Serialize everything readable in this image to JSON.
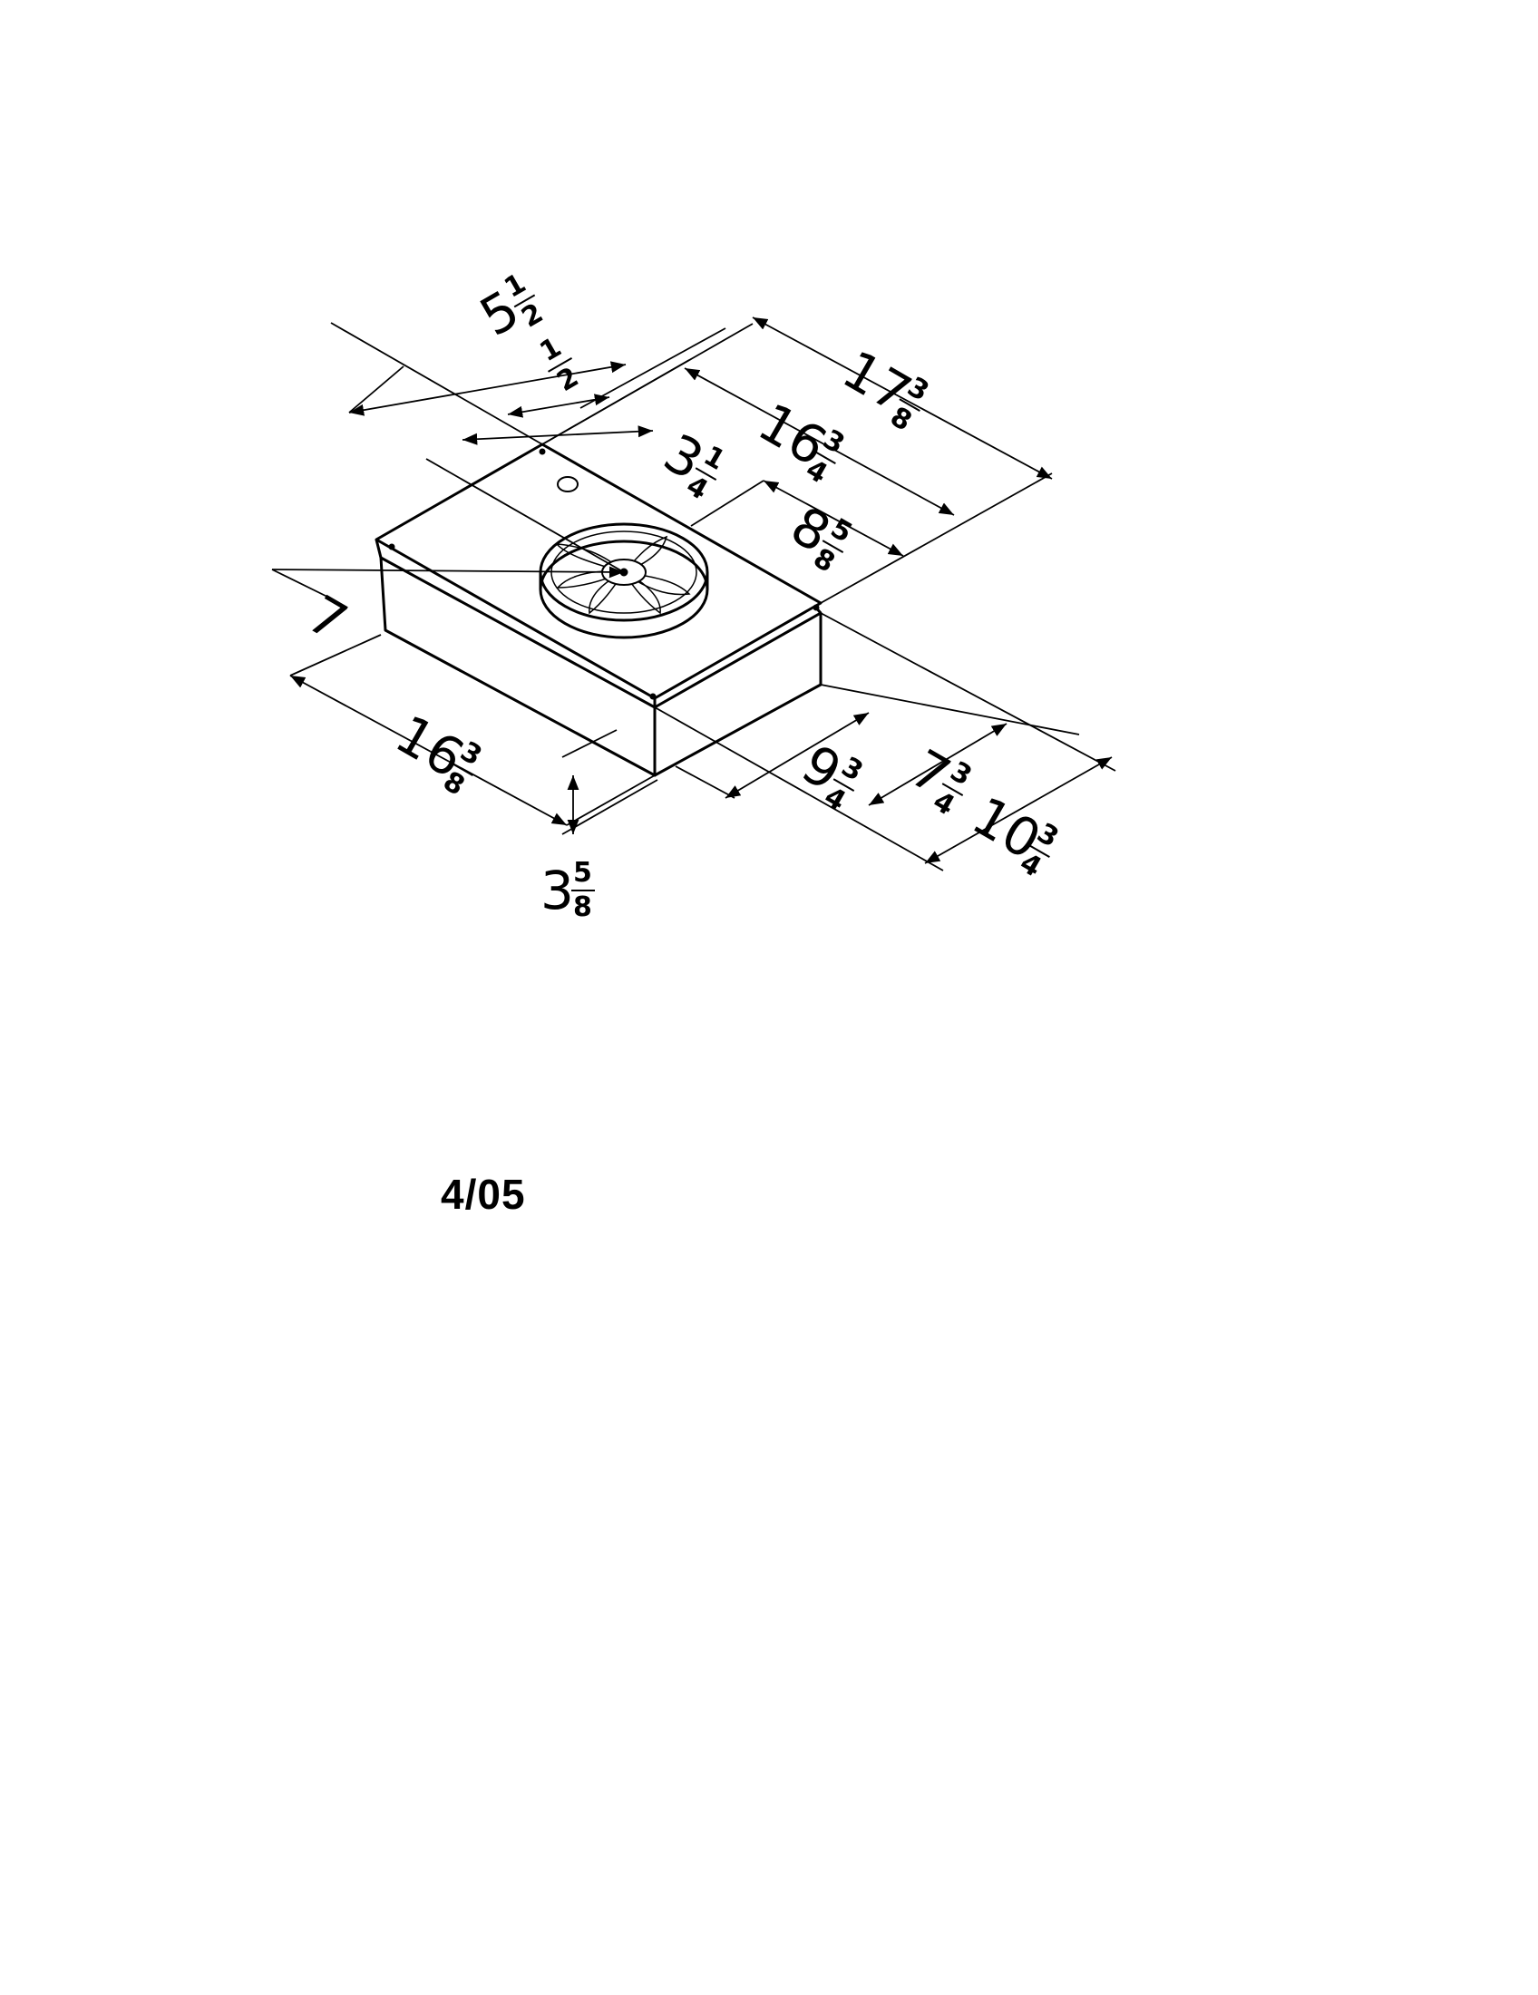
{
  "drawing": {
    "dimensions": {
      "d5_1_2": {
        "whole": "5",
        "num": "1",
        "den": "2"
      },
      "d1_2": {
        "whole": "",
        "num": "1",
        "den": "2"
      },
      "d3_1_4": {
        "whole": "3",
        "num": "1",
        "den": "4"
      },
      "d16_3_4": {
        "whole": "16",
        "num": "3",
        "den": "4"
      },
      "d17_3_8": {
        "whole": "17",
        "num": "3",
        "den": "8"
      },
      "d8_5_8": {
        "whole": "8",
        "num": "5",
        "den": "8"
      },
      "d7": {
        "whole": "7",
        "num": "",
        "den": ""
      },
      "d16_3_8": {
        "whole": "16",
        "num": "3",
        "den": "8"
      },
      "d3_5_8": {
        "whole": "3",
        "num": "5",
        "den": "8"
      },
      "d9_3_4": {
        "whole": "9",
        "num": "3",
        "den": "4"
      },
      "d7_3_4": {
        "whole": "7",
        "num": "3",
        "den": "4"
      },
      "d10_3_4": {
        "whole": "10",
        "num": "3",
        "den": "4"
      }
    }
  },
  "footer": {
    "date": "4/05"
  }
}
